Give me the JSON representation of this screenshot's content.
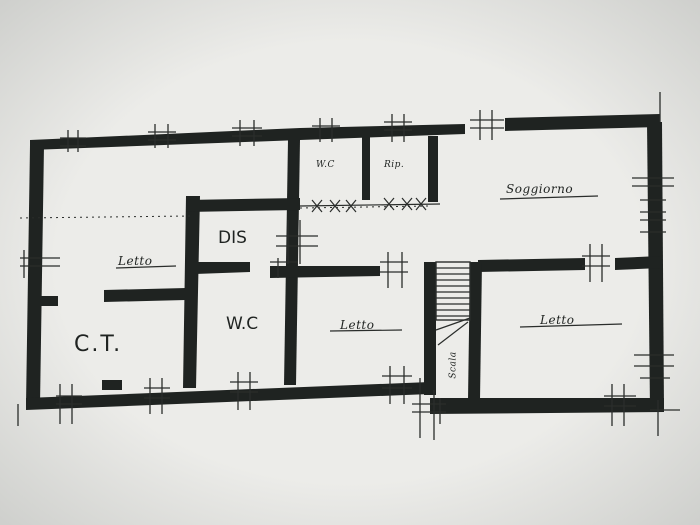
{
  "drawing": {
    "rooms": {
      "ct": "C.T.",
      "dis": "DIS",
      "wc": "W.C",
      "soggiorno": "Soggiorno",
      "letto_small": "Letto",
      "letto_large": "Letto",
      "rip": "Rip.",
      "wc_small": "W.C",
      "scala": "Scala",
      "letto_top": "Letto"
    }
  }
}
